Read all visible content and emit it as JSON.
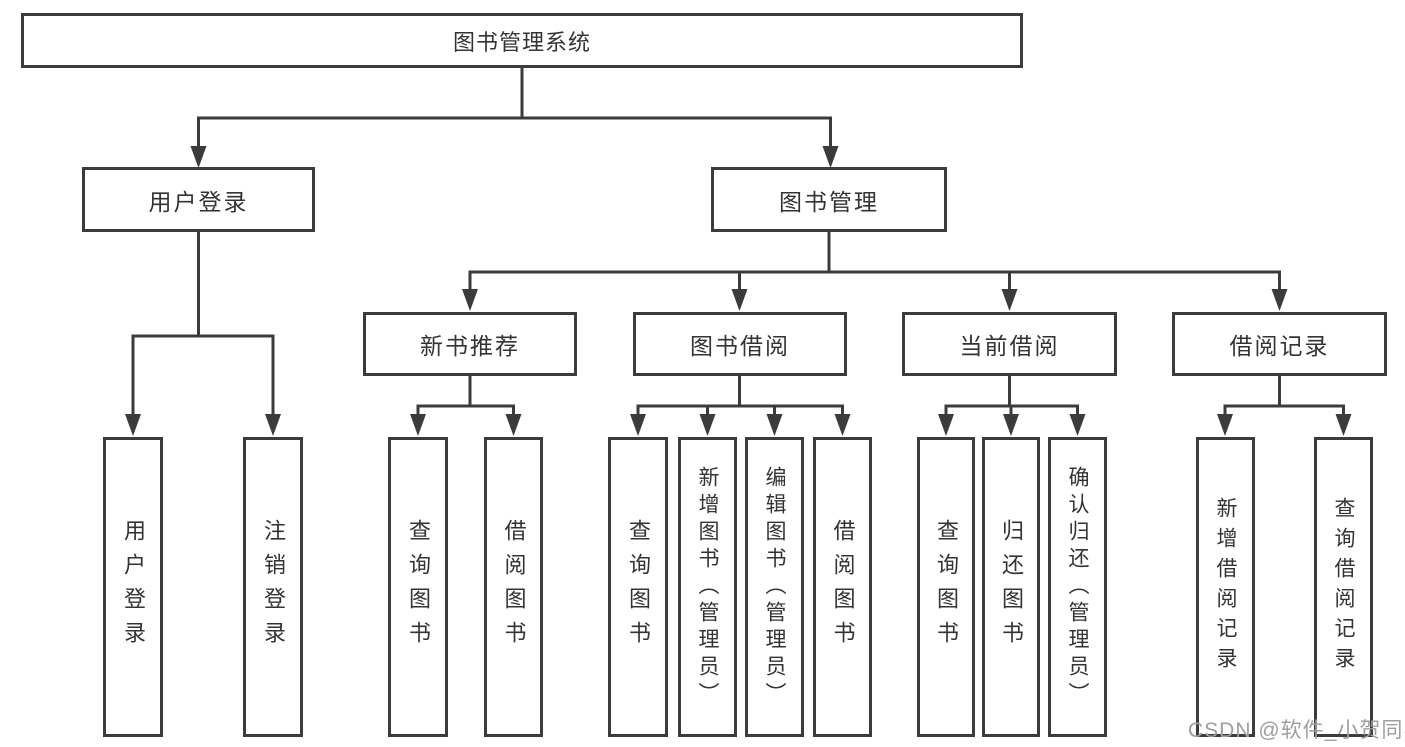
{
  "tree": {
    "root": {
      "label": "图书管理系统"
    },
    "login": {
      "label": "用户登录",
      "children": [
        {
          "label": "用户登录"
        },
        {
          "label": "注销登录"
        }
      ]
    },
    "management": {
      "label": "图书管理",
      "groups": [
        {
          "label": "新书推荐",
          "children": [
            {
              "label": "查询图书"
            },
            {
              "label": "借阅图书"
            }
          ]
        },
        {
          "label": "图书借阅",
          "children": [
            {
              "label": "查询图书"
            },
            {
              "label": "新增图书（管理员）"
            },
            {
              "label": "编辑图书（管理员）"
            },
            {
              "label": "借阅图书"
            }
          ]
        },
        {
          "label": "当前借阅",
          "children": [
            {
              "label": "查询图书"
            },
            {
              "label": "归还图书"
            },
            {
              "label": "确认归还（管理员）"
            }
          ]
        },
        {
          "label": "借阅记录",
          "children": [
            {
              "label": "新增借阅记录"
            },
            {
              "label": "查询借阅记录"
            }
          ]
        }
      ]
    }
  },
  "watermark": {
    "text": "CSDN @软件_小贺同学"
  },
  "colors": {
    "line": "#3b3b3b",
    "node_text": "#333333",
    "node_background": "#ffffff",
    "watermark": "#9e9e9e",
    "page_background": "#ffffff"
  }
}
